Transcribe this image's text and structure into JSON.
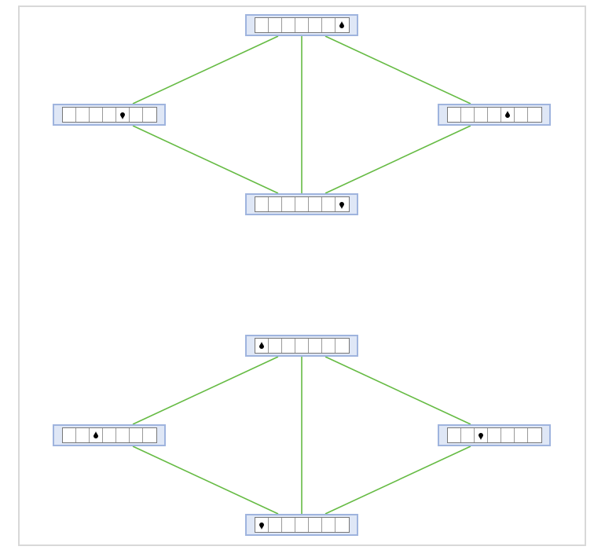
{
  "diagram": {
    "edge_color": "#66bb44",
    "node_fill": "#dfe7f6",
    "node_border": "#9fb4de",
    "cells_per_node": 7,
    "groups": [
      {
        "name": "top-group",
        "nodes": [
          {
            "id": "t-top",
            "marker_cell": 7,
            "marker": "up"
          },
          {
            "id": "t-left",
            "marker_cell": 5,
            "marker": "down"
          },
          {
            "id": "t-right",
            "marker_cell": 5,
            "marker": "up"
          },
          {
            "id": "t-bottom",
            "marker_cell": 7,
            "marker": "down"
          }
        ],
        "edges": [
          [
            "t-top",
            "t-left"
          ],
          [
            "t-top",
            "t-right"
          ],
          [
            "t-top",
            "t-bottom"
          ],
          [
            "t-left",
            "t-bottom"
          ],
          [
            "t-right",
            "t-bottom"
          ]
        ]
      },
      {
        "name": "bottom-group",
        "nodes": [
          {
            "id": "b-top",
            "marker_cell": 1,
            "marker": "up"
          },
          {
            "id": "b-left",
            "marker_cell": 3,
            "marker": "up"
          },
          {
            "id": "b-right",
            "marker_cell": 3,
            "marker": "down"
          },
          {
            "id": "b-bottom",
            "marker_cell": 1,
            "marker": "down"
          }
        ],
        "edges": [
          [
            "b-top",
            "b-left"
          ],
          [
            "b-top",
            "b-right"
          ],
          [
            "b-top",
            "b-bottom"
          ],
          [
            "b-left",
            "b-bottom"
          ],
          [
            "b-right",
            "b-bottom"
          ]
        ]
      }
    ]
  }
}
